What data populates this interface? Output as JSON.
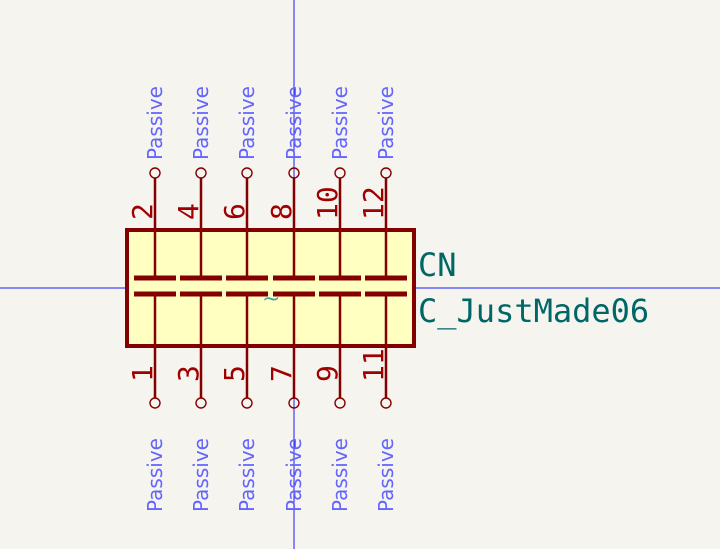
{
  "symbol": {
    "reference": "CN",
    "value": "C_JustMade06",
    "marker": "~"
  },
  "pins": {
    "top": [
      {
        "number": "2",
        "type": "Passive"
      },
      {
        "number": "4",
        "type": "Passive"
      },
      {
        "number": "6",
        "type": "Passive"
      },
      {
        "number": "8",
        "type": "Passive"
      },
      {
        "number": "10",
        "type": "Passive"
      },
      {
        "number": "12",
        "type": "Passive"
      }
    ],
    "bottom": [
      {
        "number": "1",
        "type": "Passive"
      },
      {
        "number": "3",
        "type": "Passive"
      },
      {
        "number": "5",
        "type": "Passive"
      },
      {
        "number": "7",
        "type": "Passive"
      },
      {
        "number": "9",
        "type": "Passive"
      },
      {
        "number": "11",
        "type": "Passive"
      }
    ]
  },
  "colors": {
    "body_fill": "#ffffc2",
    "outline": "#840000",
    "pin_number": "#a00000",
    "pin_type": "#6464ff",
    "reference": "#006666",
    "crosshair": "#1a1aff",
    "background": "#f5f4ef"
  }
}
